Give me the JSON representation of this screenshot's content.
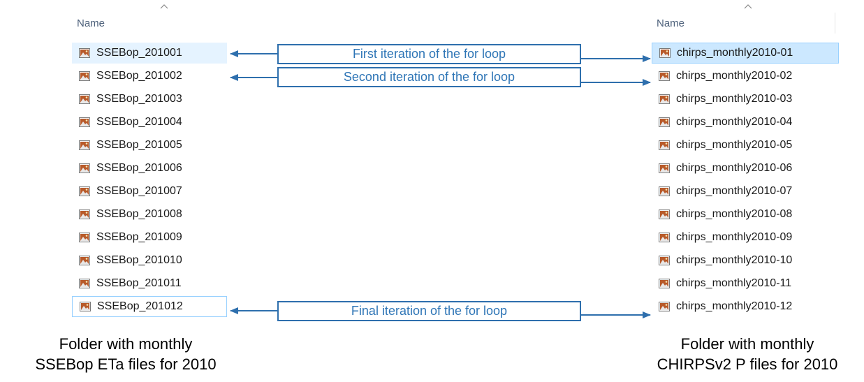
{
  "left_folder": {
    "column_header": "Name",
    "files": [
      "SSEBop_201001",
      "SSEBop_201002",
      "SSEBop_201003",
      "SSEBop_201004",
      "SSEBop_201005",
      "SSEBop_201006",
      "SSEBop_201007",
      "SSEBop_201008",
      "SSEBop_201009",
      "SSEBop_201010",
      "SSEBop_201011",
      "SSEBop_201012"
    ],
    "caption_line1": "Folder with monthly",
    "caption_line2": "SSEBop ETa files for 2010"
  },
  "right_folder": {
    "column_header": "Name",
    "files": [
      "chirps_monthly2010-01",
      "chirps_monthly2010-02",
      "chirps_monthly2010-03",
      "chirps_monthly2010-04",
      "chirps_monthly2010-05",
      "chirps_monthly2010-06",
      "chirps_monthly2010-07",
      "chirps_monthly2010-08",
      "chirps_monthly2010-09",
      "chirps_monthly2010-10",
      "chirps_monthly2010-11",
      "chirps_monthly2010-12"
    ],
    "caption_line1": "Folder with monthly",
    "caption_line2": "CHIRPSv2 P files for 2010"
  },
  "annotations": {
    "first": "First iteration of the for loop",
    "second": "Second iteration of the for loop",
    "final": "Final iteration of the for loop"
  },
  "colors": {
    "arrow": "#2e6fad",
    "label_text": "#2e75b6",
    "selection": "#cce8ff",
    "hover": "#e5f3ff"
  },
  "icons": {
    "file": "image-file-icon",
    "sort": "sort-ascending-caret-icon"
  }
}
